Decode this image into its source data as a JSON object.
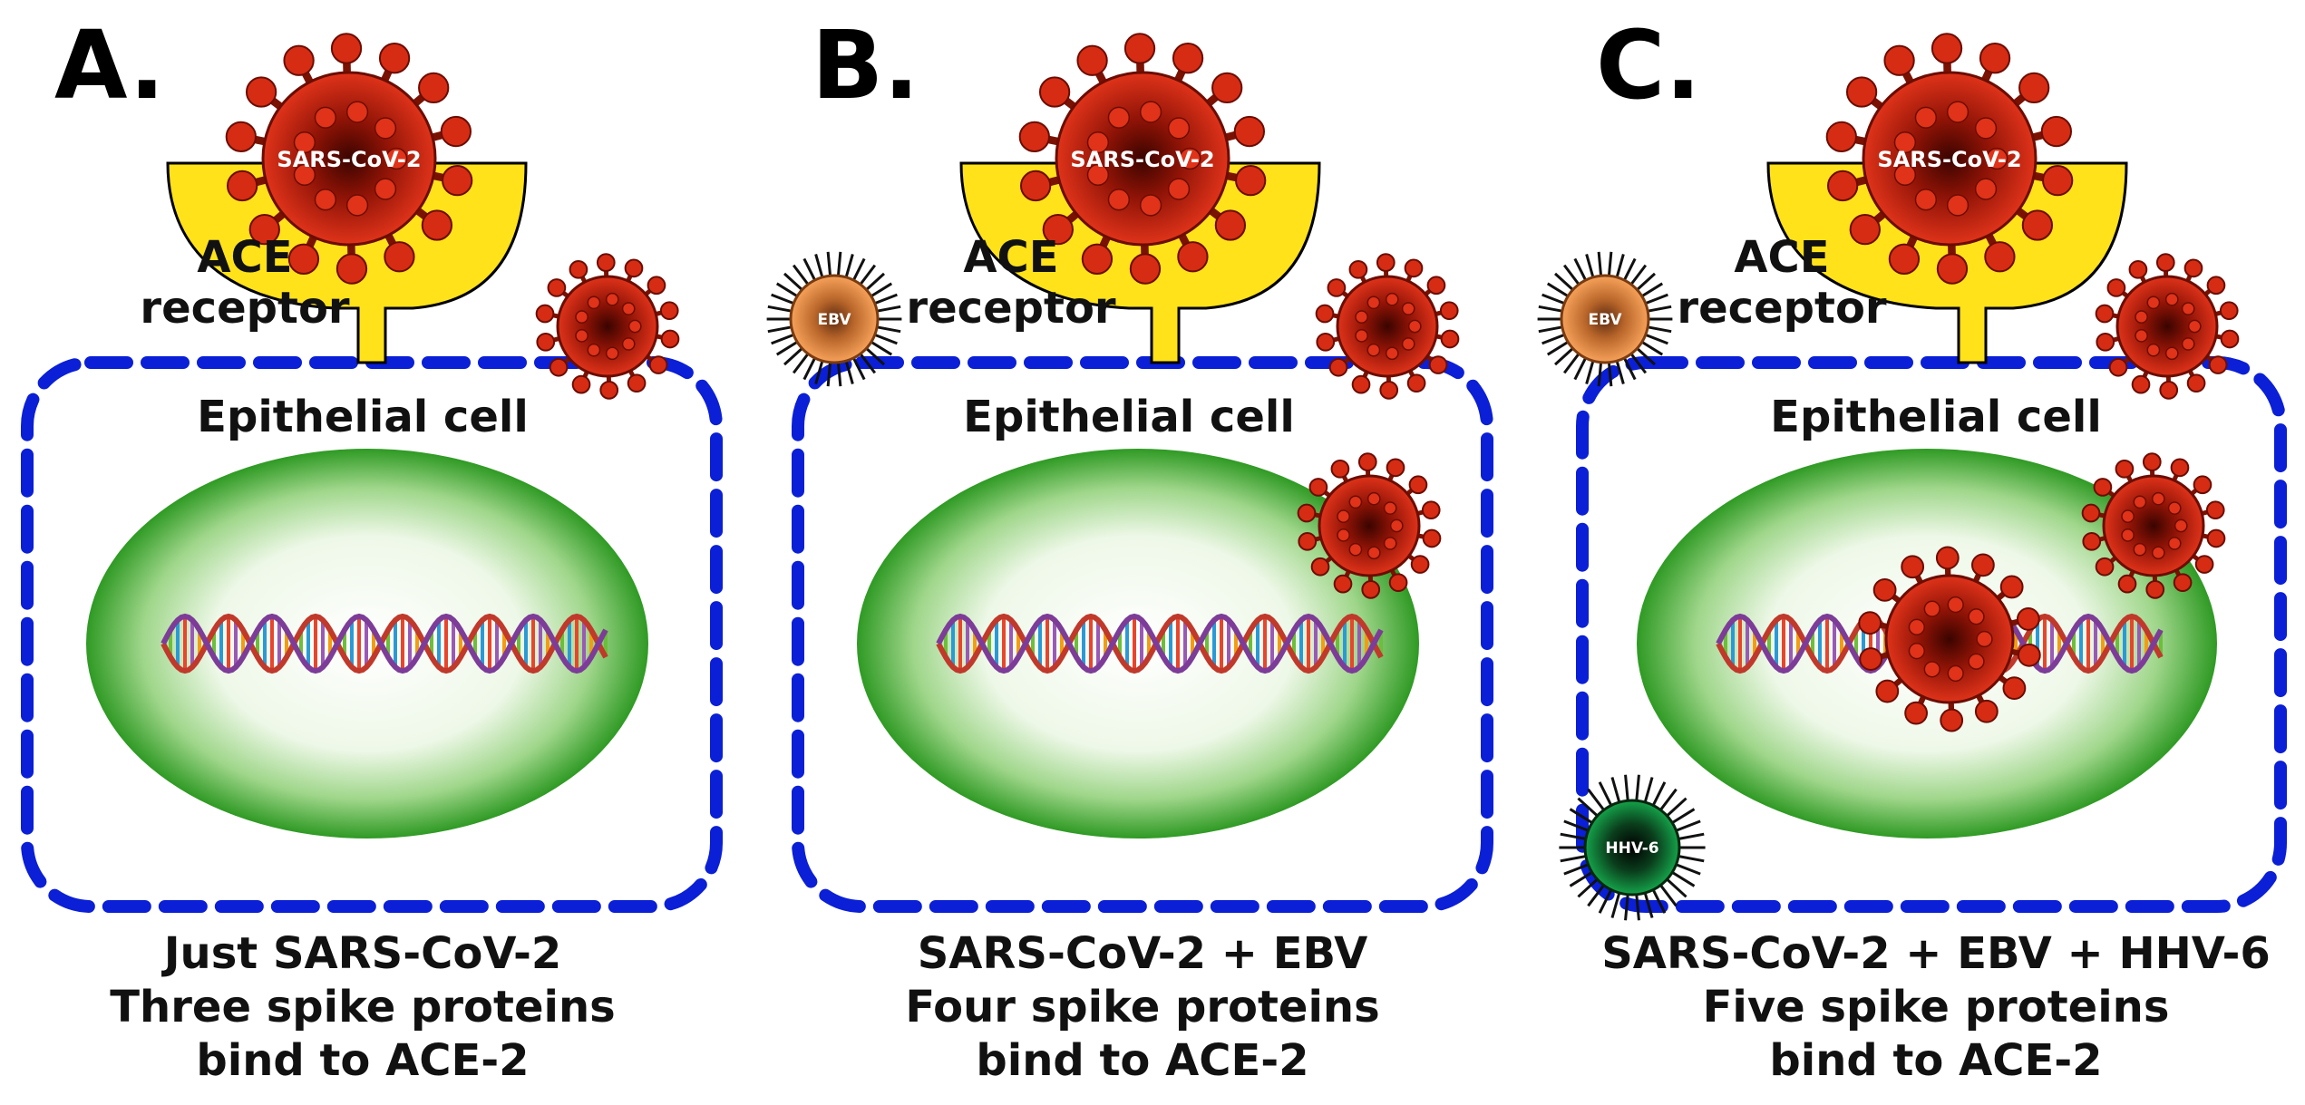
{
  "panels": [
    {
      "letter": "A.",
      "virus_label": "SARS-CoV-2",
      "ace_label_1": "ACE",
      "ace_label_2": "receptor",
      "cell_label": "Epithelial cell",
      "caption": [
        "Just SARS-CoV-2",
        "Three spike proteins",
        "bind to ACE-2"
      ]
    },
    {
      "letter": "B.",
      "virus_label": "SARS-CoV-2",
      "ace_label_1": "ACE",
      "ace_label_2": "receptor",
      "cell_label": "Epithelial cell",
      "cofactor_label": "EBV",
      "caption": [
        "SARS-CoV-2 + EBV",
        "Four spike proteins",
        "bind to ACE-2"
      ]
    },
    {
      "letter": "C.",
      "virus_label": "SARS-CoV-2",
      "ace_label_1": "ACE",
      "ace_label_2": "receptor",
      "cell_label": "Epithelial cell",
      "cofactor_label": "EBV",
      "cofactor2_label": "HHV-6",
      "caption": [
        "SARS-CoV-2 + EBV + HHV-6",
        "Five spike proteins",
        "bind to ACE-2"
      ]
    }
  ],
  "colors": {
    "cell_border": "#0a1fd6",
    "receptor": "#ffe21a",
    "virus": "#c81e0c",
    "ebv": "#e58a3c",
    "hhv6": "#0c7a34",
    "nucleus": "#39a329"
  }
}
